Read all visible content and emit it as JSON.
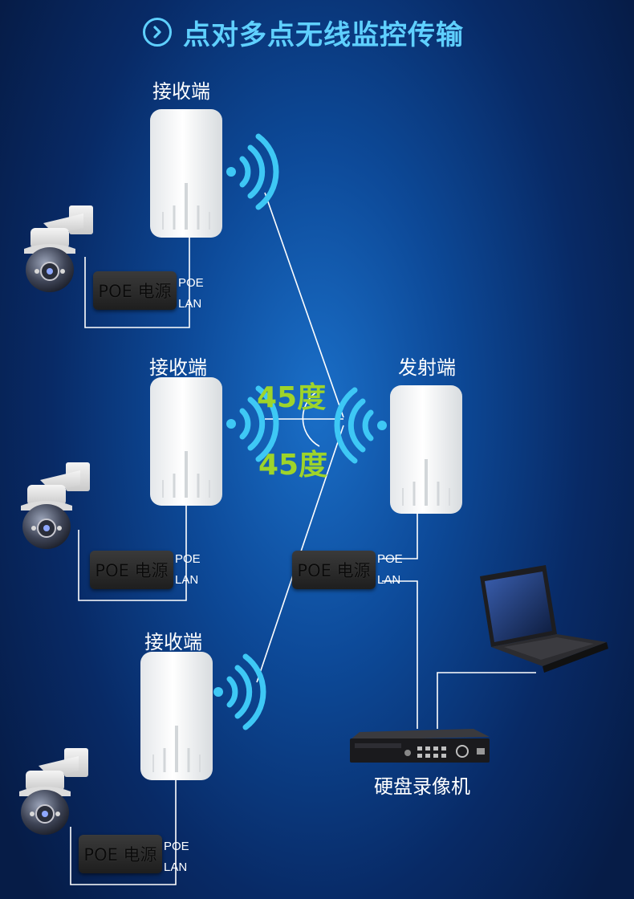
{
  "title": "点对多点无线监控传输",
  "receivers": [
    {
      "label": "接收端",
      "poe": "POE 电源",
      "port_poe": "POE",
      "port_lan": "LAN"
    },
    {
      "label": "接收端",
      "poe": "POE 电源",
      "port_poe": "POE",
      "port_lan": "LAN"
    },
    {
      "label": "接收端",
      "poe": "POE 电源",
      "port_poe": "POE",
      "port_lan": "LAN"
    }
  ],
  "transmitter": {
    "label": "发射端",
    "poe": "POE 电源",
    "port_poe": "POE",
    "port_lan": "LAN"
  },
  "angles": {
    "upper": "45度",
    "lower": "45度"
  },
  "nvr": {
    "label": "硬盘录像机"
  },
  "colors": {
    "title": "#5fd0ff",
    "angle": "#9ed42a",
    "wifi": "#3ec8f5",
    "line": "#ffffff"
  },
  "icons": [
    "wifi-signal-icon",
    "dome-camera-icon",
    "laptop-icon",
    "nvr-recorder-icon",
    "chevron-right-icon"
  ]
}
